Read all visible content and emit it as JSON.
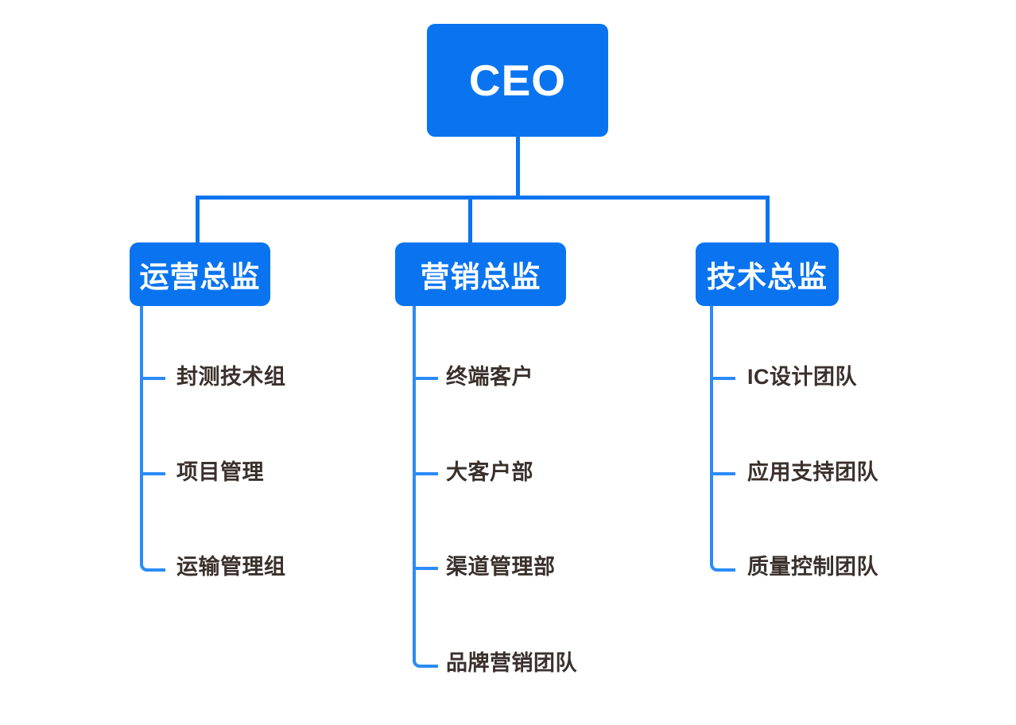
{
  "chart": {
    "title_text": "CEO",
    "accent_color": "#0a74f0",
    "line_color": "#2a8cf5",
    "leaf_text_color": "#3a302c",
    "background_color": "#ffffff"
  },
  "root": {
    "label": "CEO"
  },
  "branches": [
    {
      "id": "operations",
      "label": "运营总监",
      "children": [
        {
          "label": "封测技术组"
        },
        {
          "label": "项目管理"
        },
        {
          "label": "运输管理组"
        }
      ]
    },
    {
      "id": "marketing",
      "label": "营销总监",
      "children": [
        {
          "label": "终端客户"
        },
        {
          "label": "大客户部"
        },
        {
          "label": "渠道管理部"
        },
        {
          "label": "品牌营销团队"
        }
      ]
    },
    {
      "id": "technology",
      "label": "技术总监",
      "children": [
        {
          "label": "IC设计团队"
        },
        {
          "label": "应用支持团队"
        },
        {
          "label": "质量控制团队"
        }
      ]
    }
  ]
}
